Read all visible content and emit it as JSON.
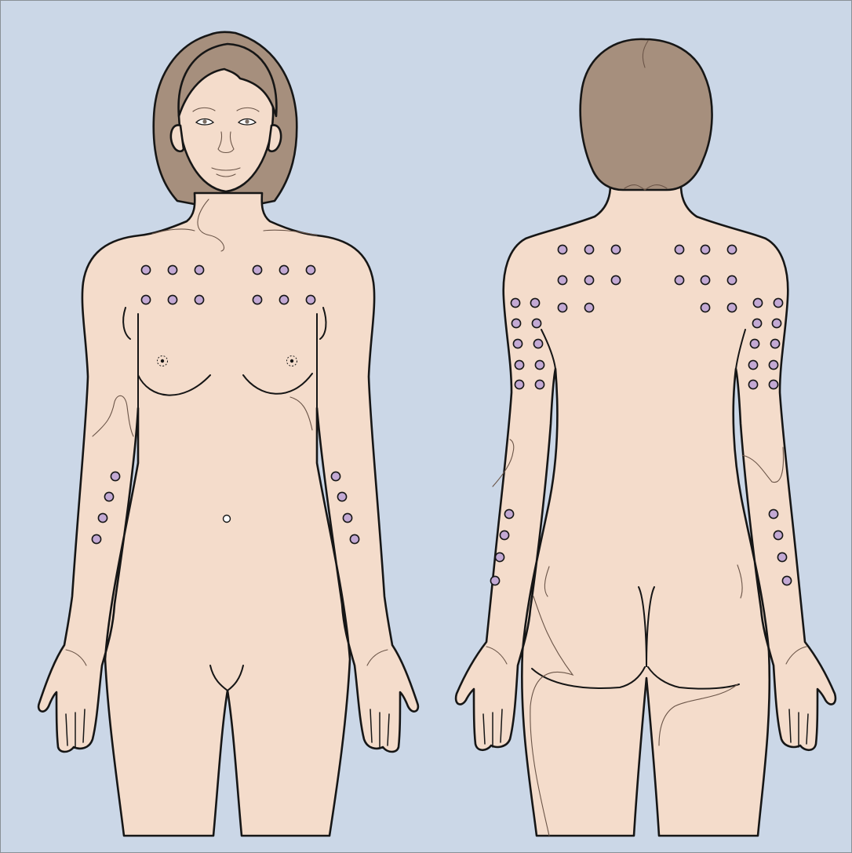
{
  "colors": {
    "background": "#cbd7e7",
    "frame": "#8a9096",
    "skin": "#f4dccb",
    "hair": "#a68f7d",
    "outline": "#161616",
    "marker": "#c3a9d4"
  },
  "views": [
    {
      "view": "front",
      "marker_groups": [
        {
          "region": "right-upper-chest",
          "count": 6
        },
        {
          "region": "left-upper-chest",
          "count": 6
        },
        {
          "region": "right-forearm",
          "count": 4
        },
        {
          "region": "left-forearm",
          "count": 4
        }
      ]
    },
    {
      "view": "back",
      "marker_groups": [
        {
          "region": "left-upper-back",
          "count": 8
        },
        {
          "region": "right-upper-back",
          "count": 8
        },
        {
          "region": "left-upper-arm",
          "count": 10
        },
        {
          "region": "right-upper-arm",
          "count": 10
        },
        {
          "region": "left-forearm",
          "count": 4
        },
        {
          "region": "right-forearm",
          "count": 4
        }
      ]
    }
  ]
}
